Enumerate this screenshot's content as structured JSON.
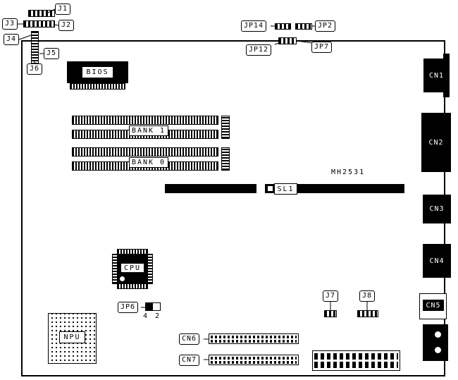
{
  "board": {
    "part_number": "MH2531"
  },
  "callouts": {
    "j1": "J1",
    "j2": "J2",
    "j3": "J3",
    "j4": "J4",
    "j5": "J5",
    "j6": "J6",
    "jp14": "JP14",
    "jp2": "JP2",
    "jp12": "JP12",
    "jp7": "JP7",
    "jp6": "JP6",
    "j7": "J7",
    "j8": "J8",
    "cn6": "CN6",
    "cn7": "CN7"
  },
  "chips": {
    "bios": "BIOS",
    "cpu": "CPU",
    "npu": "NPU"
  },
  "memory": {
    "bank1": "BANK 1",
    "bank0": "BANK 0"
  },
  "slots": {
    "sl1": "SL1"
  },
  "edge_connectors": {
    "cn1": "CN1",
    "cn2": "CN2",
    "cn3": "CN3",
    "cn4": "CN4",
    "cn5": "CN5"
  },
  "jp6_pin_numbers": {
    "pin4": "4",
    "pin2": "2"
  }
}
